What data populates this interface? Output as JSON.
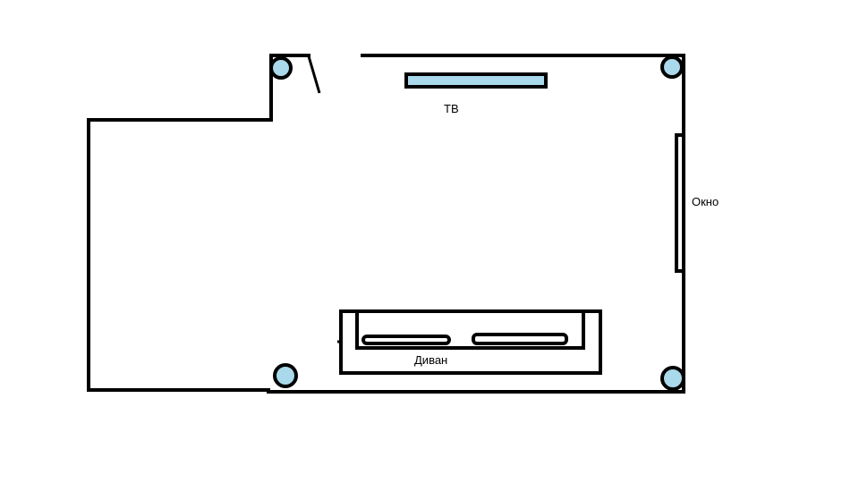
{
  "labels": {
    "tv": "ТВ",
    "window": "Окно",
    "sofa": "Диван"
  },
  "colors": {
    "line": "#000000",
    "fixture_fill": "#a9d9ea",
    "background": "#ffffff"
  }
}
